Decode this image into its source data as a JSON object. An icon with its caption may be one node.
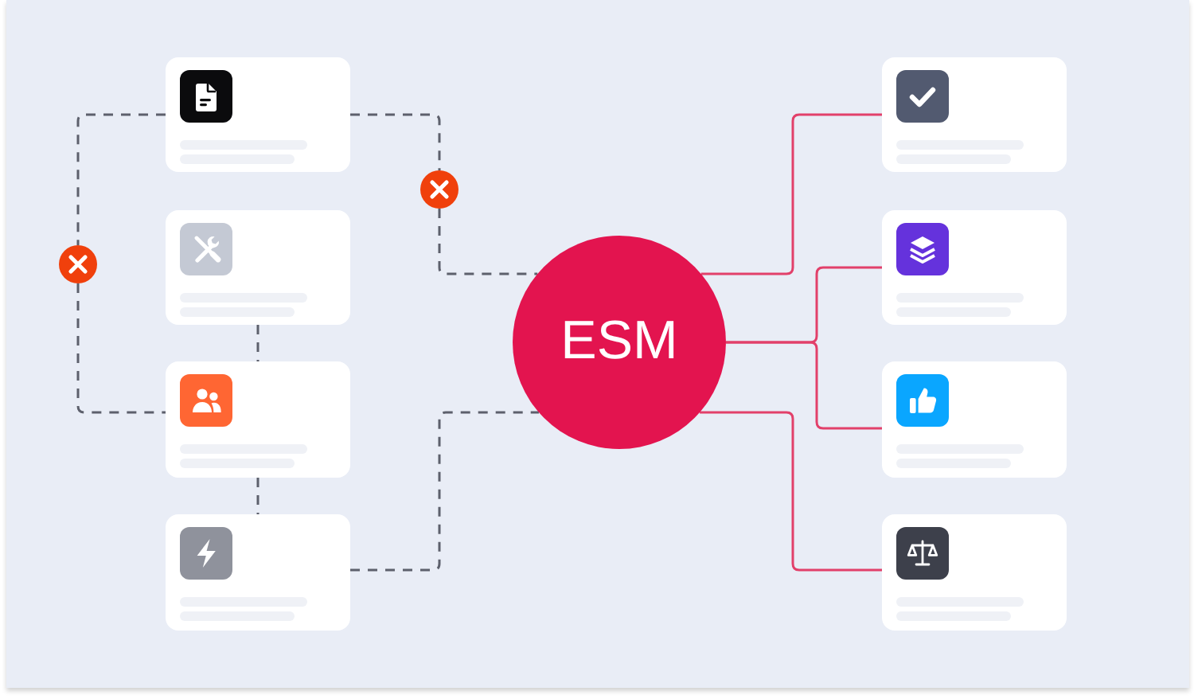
{
  "diagram": {
    "nodes": [
      {
        "text": [],
        "shape": "box"
      },
      {
        "text": [],
        "shape": "box"
      },
      {
        "text": [],
        "shape": "box"
      },
      {
        "text": [],
        "shape": "box"
      },
      {
        "text": [],
        "shape": "circle"
      },
      {
        "text": [],
        "shape": "circle"
      },
      {
        "text": [
          "ESM"
        ]
      },
      {
        "text": [],
        "shape": "box"
      },
      {
        "text": [],
        "shape": "box"
      },
      {
        "text": [],
        "shape": "box"
      },
      {
        "text": [],
        "shape": "box"
      }
    ],
    "edges": [
      {
        "from": 0,
        "to": 4,
        "arrow": "none",
        "style": "dashed"
      },
      {
        "from": 4,
        "to": 2,
        "arrow": "none",
        "style": "dashed"
      },
      {
        "from": 0,
        "to": 5,
        "arrow": "none",
        "style": "dashed"
      },
      {
        "from": 5,
        "to": 6,
        "arrow": "none",
        "style": "dashed"
      },
      {
        "from": 1,
        "to": 2,
        "arrow": "none",
        "style": "dashed"
      },
      {
        "from": 2,
        "to": 3,
        "arrow": "none",
        "style": "dashed"
      },
      {
        "from": 3,
        "to": 6,
        "arrow": "none",
        "style": "dashed"
      },
      {
        "from": 6,
        "to": 7,
        "arrow": "none",
        "color": "#e2406a"
      },
      {
        "from": 6,
        "to": 8,
        "arrow": "none",
        "color": "#e2406a"
      },
      {
        "from": 6,
        "to": 9,
        "arrow": "none",
        "color": "#e2406a"
      },
      {
        "from": 6,
        "to": 10,
        "arrow": "none",
        "color": "#e2406a"
      }
    ]
  }
}
